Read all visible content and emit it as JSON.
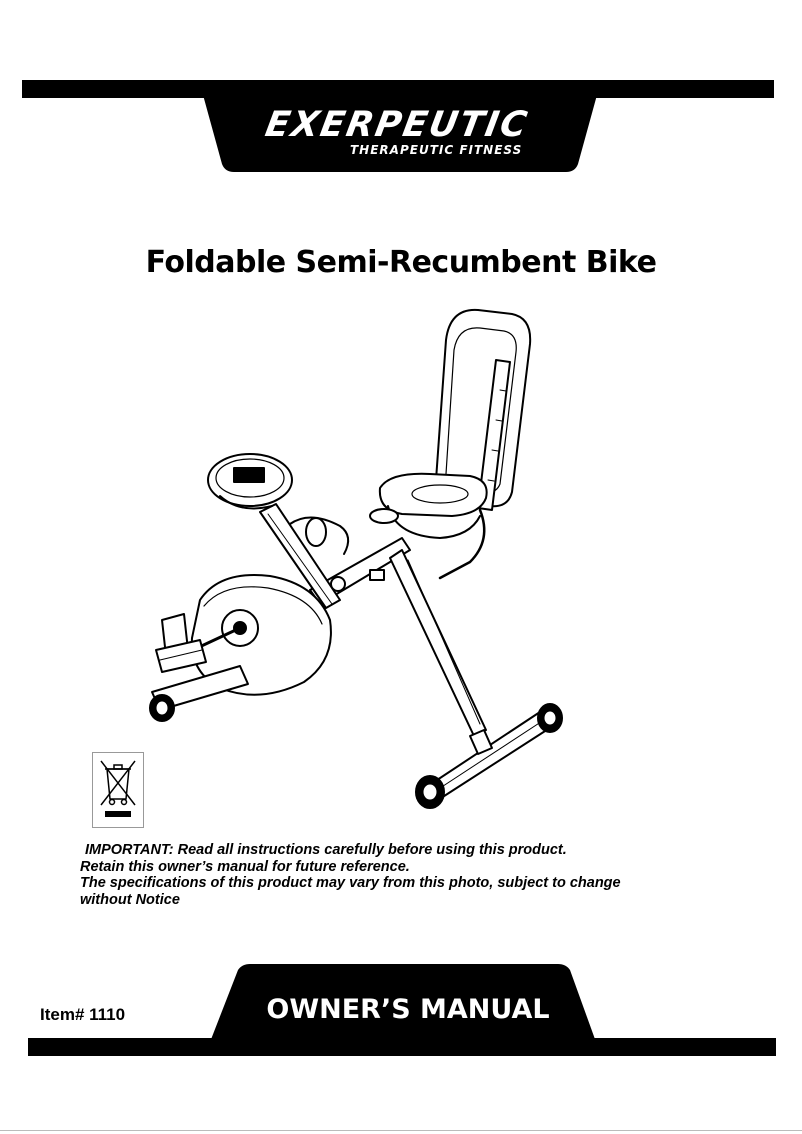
{
  "header": {
    "brand_name": "EXERPEUTIC",
    "brand_tagline": "THERAPEUTIC FITNESS"
  },
  "product": {
    "title": "Foldable Semi-Recumbent Bike"
  },
  "icons": {
    "recycling": "crossed-out-wheeled-bin-icon",
    "product_image": "exercise-bike-illustration"
  },
  "notice": {
    "line1": "IMPORTANT: Read all instructions carefully before using this product.",
    "line2": "Retain this owner’s manual for future reference.",
    "line3": "The specifications of this product may vary from this photo, subject to change",
    "line4": "without Notice"
  },
  "footer": {
    "item_number": "Item# 1110",
    "manual_label": "OWNER’S MANUAL"
  },
  "colors": {
    "banner": "#000000",
    "background": "#ffffff",
    "banner_text": "#ffffff"
  }
}
